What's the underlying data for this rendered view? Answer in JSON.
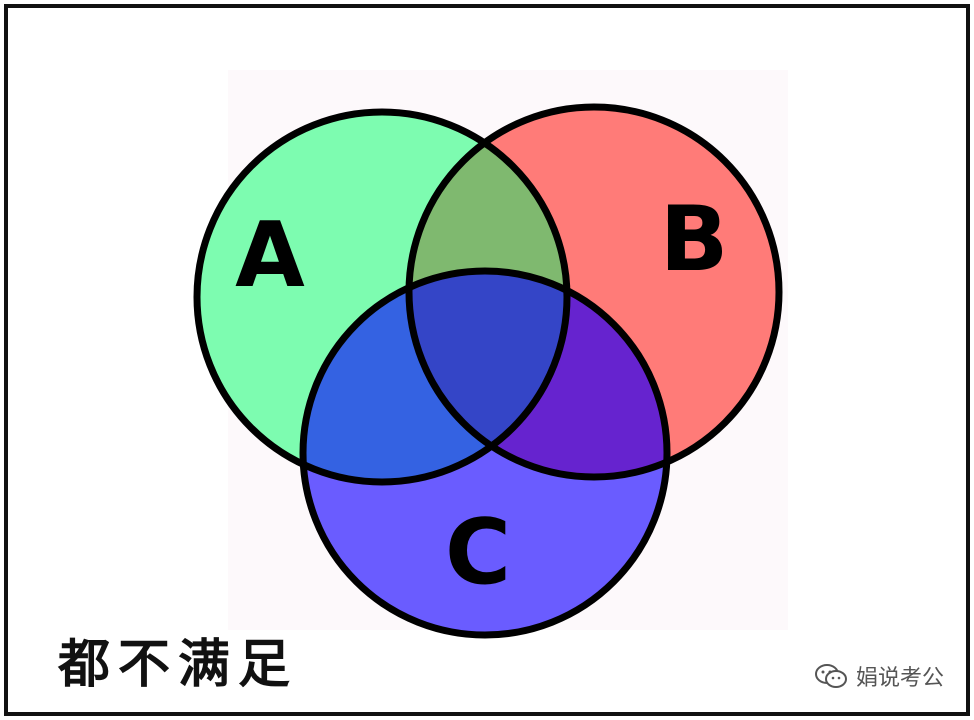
{
  "diagram": {
    "type": "venn-3",
    "sets": [
      {
        "label": "A",
        "color": "#7dfcb0"
      },
      {
        "label": "B",
        "color": "#ff7b78"
      },
      {
        "label": "C",
        "color": "#6a5cff"
      }
    ],
    "overlap_colors": {
      "A_B": "#7fb96f",
      "A_C": "#3462e2",
      "B_C": "#6623cf",
      "A_B_C": "#3445c7"
    },
    "outline_color": "#000000"
  },
  "caption": "都不满足",
  "watermark": {
    "text": "娟说考公",
    "icon": "wechat-icon"
  }
}
